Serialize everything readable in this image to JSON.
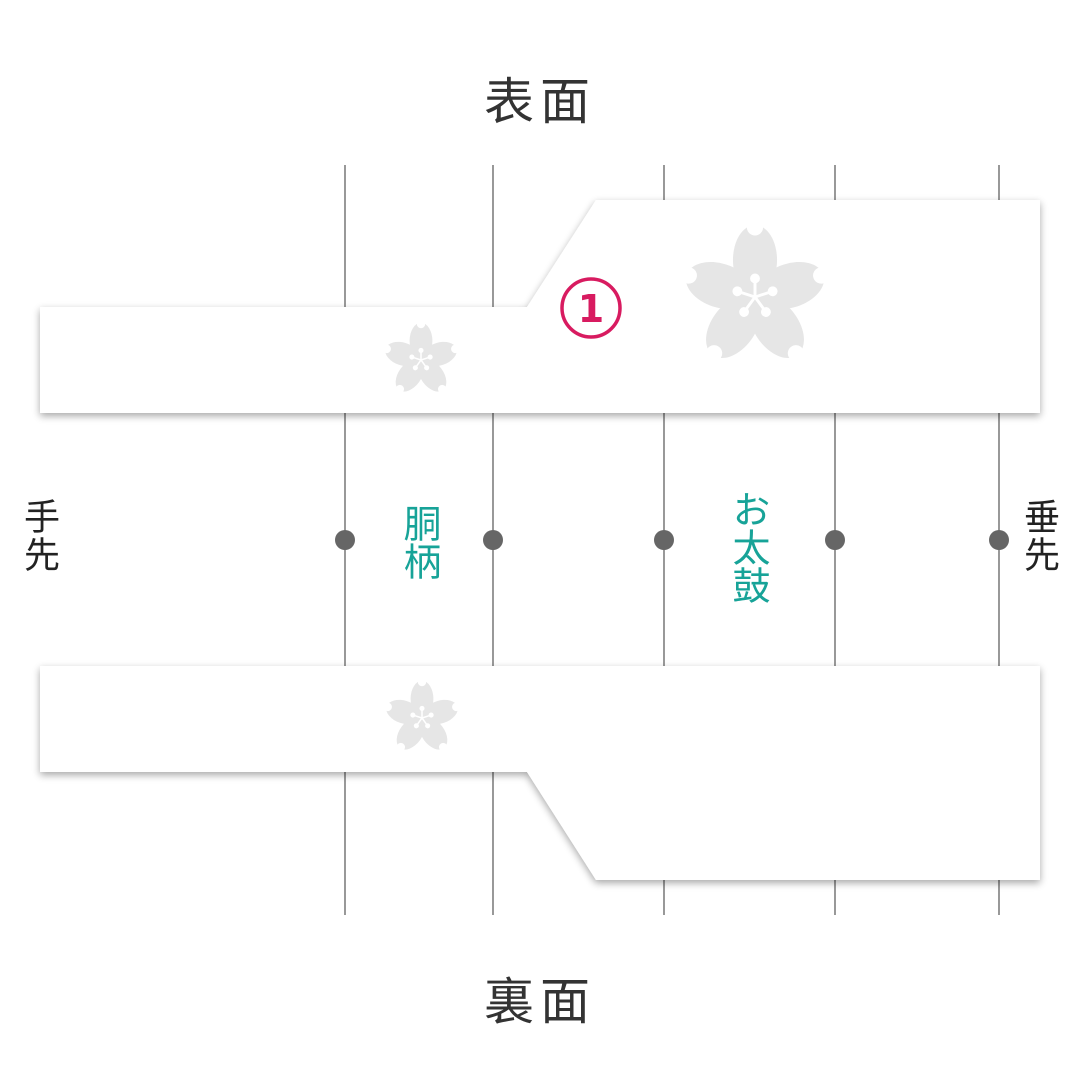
{
  "headings": {
    "front": "表面",
    "back": "裏面"
  },
  "ends": {
    "left": "手先",
    "right": "垂先"
  },
  "sections": {
    "body_pattern": "胴柄",
    "otaiko": "お太鼓"
  },
  "badge": {
    "number": "1",
    "color": "#d81b60"
  },
  "colors": {
    "section_label": "#17a398",
    "divider_line": "#555555",
    "divider_dot": "#666666",
    "band_fill": "#ffffff",
    "flower": "#e6e6e6"
  },
  "icons": {
    "flower": "sakura-icon",
    "divider": "dot-marker-icon"
  }
}
